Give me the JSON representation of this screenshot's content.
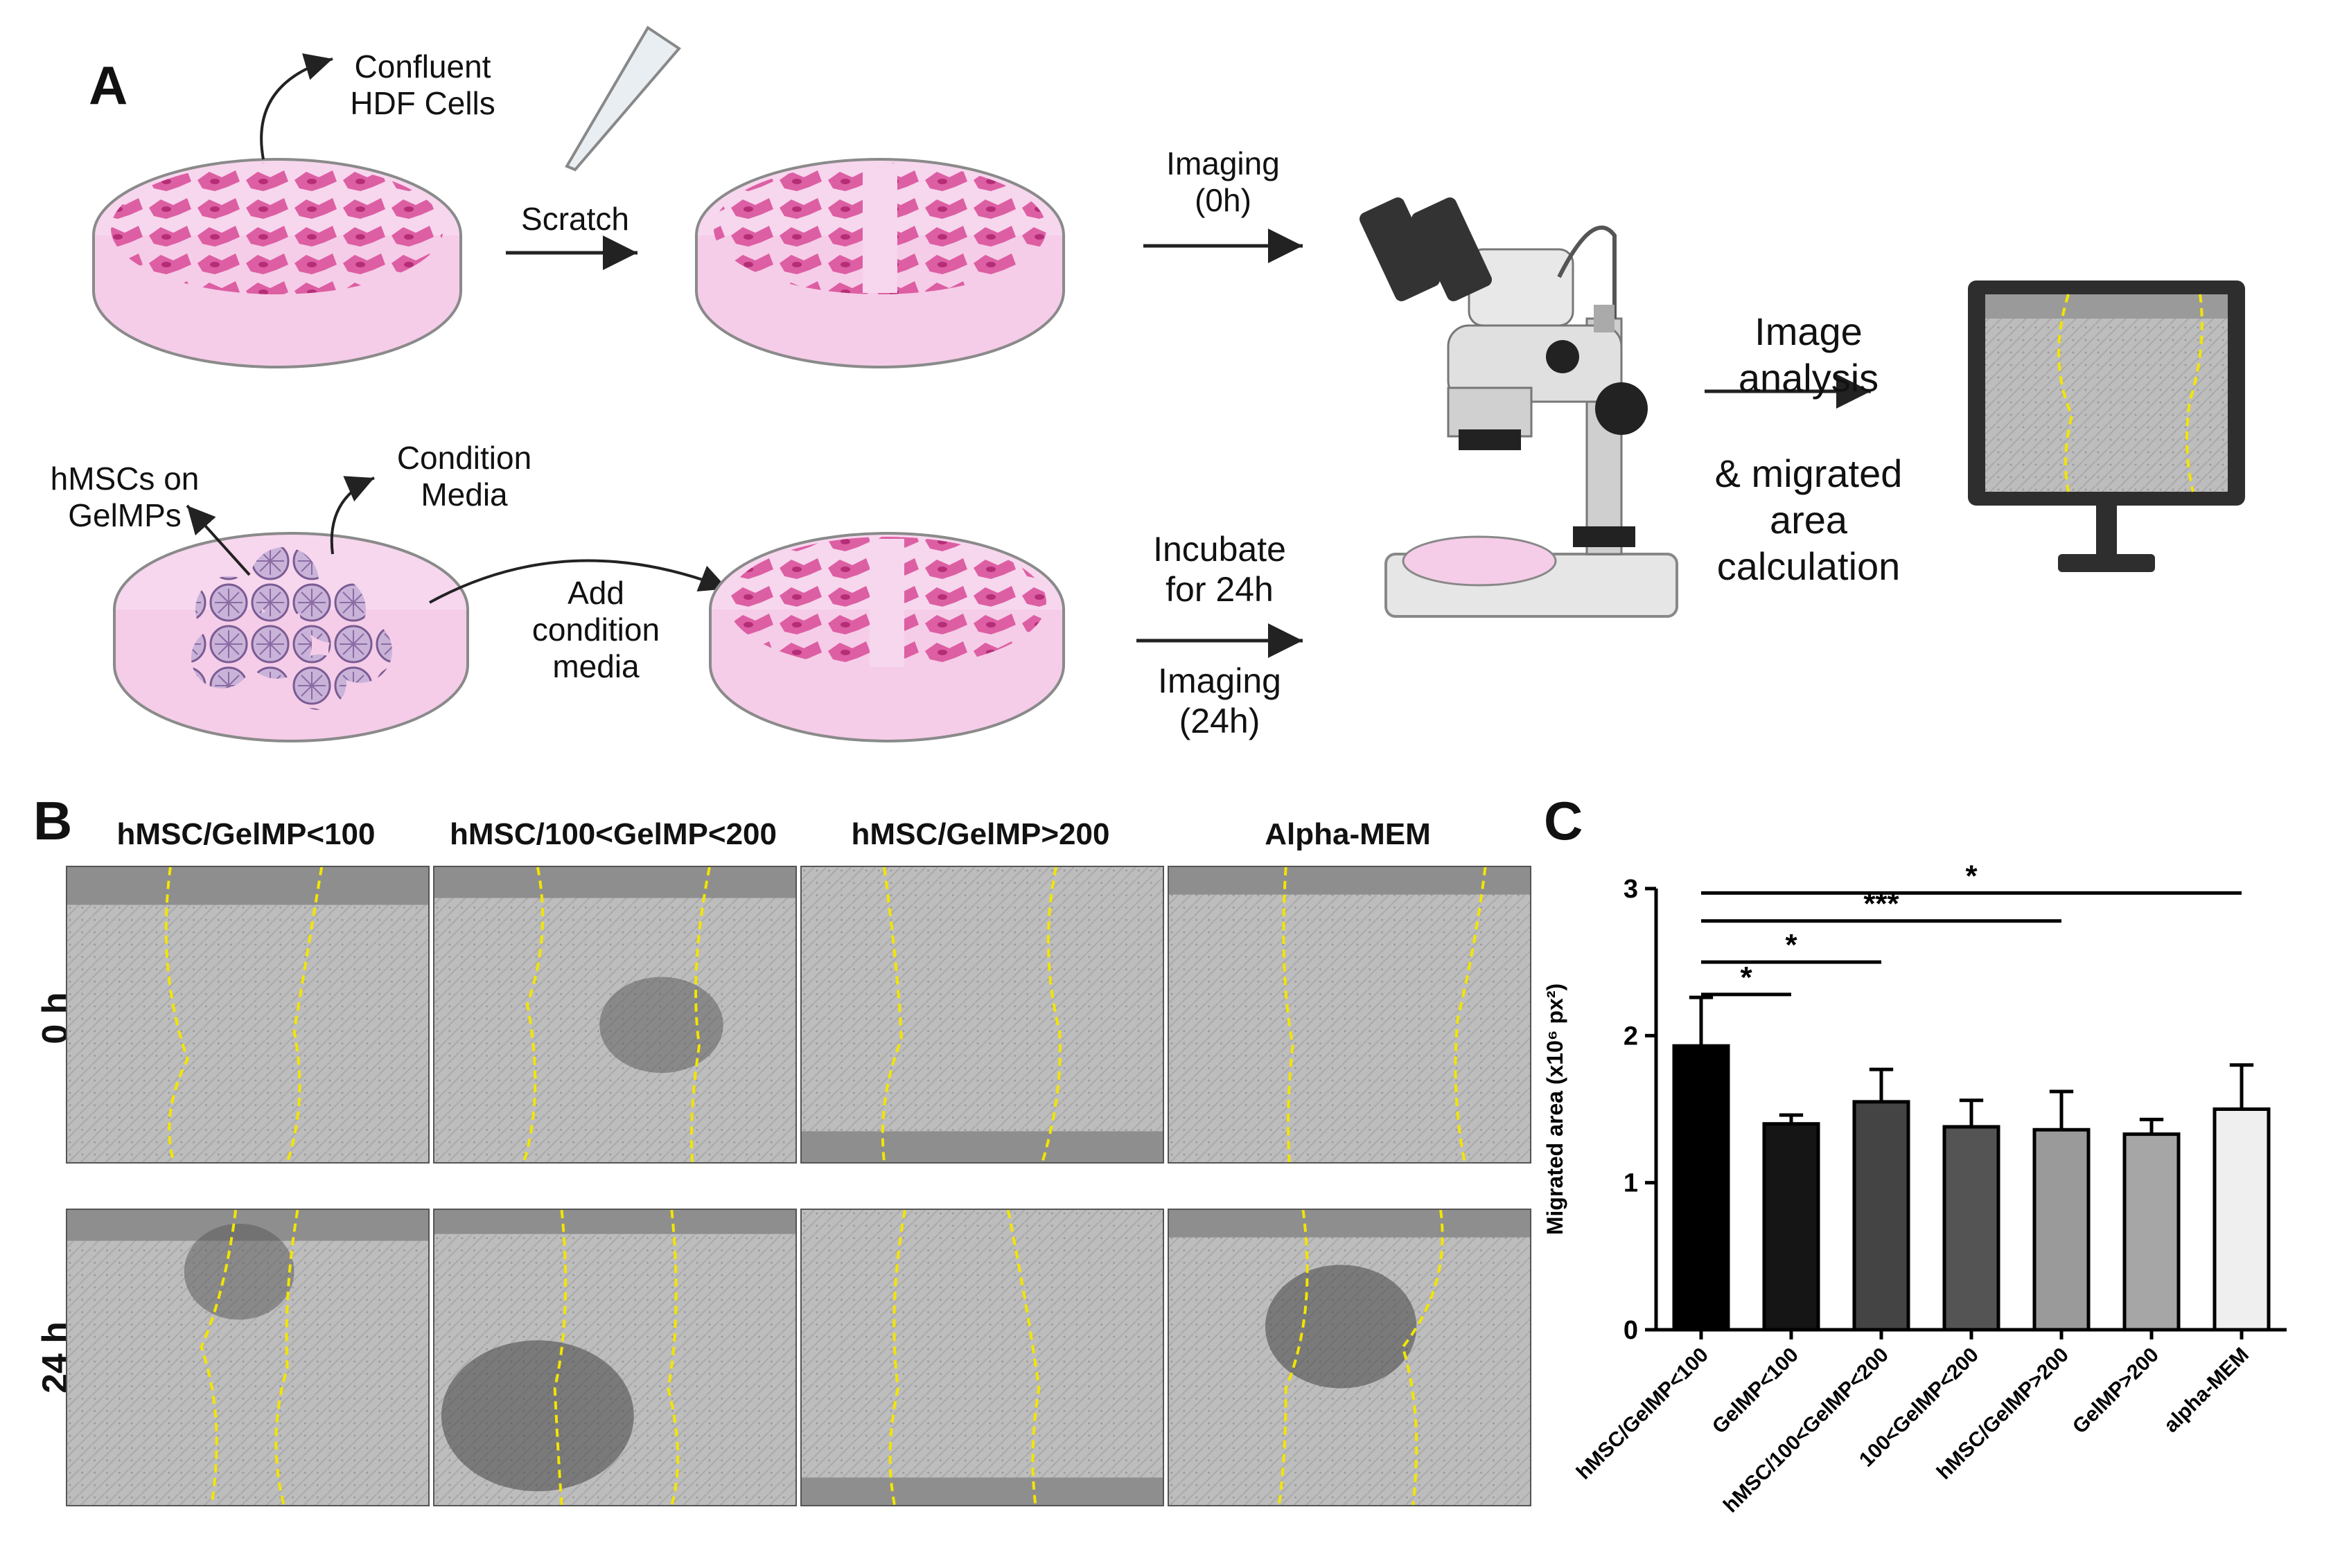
{
  "panel_a": {
    "letter": "A",
    "label_confluent": "Confluent\nHDF Cells",
    "label_scratch": "Scratch",
    "label_imaging0": "Imaging\n(0h)",
    "label_hmsc": "hMSCs on\nGelMPs",
    "label_condition": "Condition\nMedia",
    "label_add": "Add\ncondition\nmedia",
    "label_incubate": "Incubate\nfor 24h",
    "label_imaging24": "Imaging\n(24h)",
    "label_image_analysis": "Image\nanalysis",
    "label_migrated_calc": "& migrated\narea\ncalculation",
    "colors": {
      "dish_pink": "#f7d7ee",
      "cell_magenta": "#d94a96",
      "microscope_gray": "#d9d9d9",
      "monitor_dark": "#2e2e2e",
      "dash_yellow": "#f2e500"
    },
    "icons": [
      "petri-dish-icon",
      "pipette-tip-icon",
      "microscope-icon",
      "monitor-icon",
      "microparticle-cluster-icon"
    ]
  },
  "panel_b": {
    "letter": "B",
    "columns": [
      "hMSC/GelMP<100",
      "hMSC/100<GelMP<200",
      "hMSC/GelMP>200",
      "Alpha-MEM"
    ],
    "rows": [
      "0 h",
      "24 h"
    ]
  },
  "panel_c": {
    "letter": "C"
  },
  "chart_data": {
    "type": "bar",
    "ylabel": "Migrated area (x10⁶ px²)",
    "ylim": [
      0,
      3
    ],
    "yticks": [
      0,
      1,
      2,
      3
    ],
    "categories": [
      "hMSC/GelMP<100",
      "GelMP<100",
      "hMSC/100<GelMP<200",
      "100<GelMP<200",
      "hMSC/GelMP>200",
      "GelMP>200",
      "alpha-MEM"
    ],
    "values": [
      1.93,
      1.4,
      1.55,
      1.38,
      1.36,
      1.33,
      1.5
    ],
    "errors": [
      0.33,
      0.06,
      0.22,
      0.18,
      0.26,
      0.1,
      0.3
    ],
    "bar_colors": [
      "#000000",
      "#151515",
      "#444444",
      "#545454",
      "#9a9a9a",
      "#a6a6a6",
      "#efefef"
    ],
    "significance": [
      {
        "from": 0,
        "to": 1,
        "label": "*"
      },
      {
        "from": 0,
        "to": 2,
        "label": "*"
      },
      {
        "from": 0,
        "to": 4,
        "label": "***"
      },
      {
        "from": 0,
        "to": 6,
        "label": "*"
      }
    ]
  }
}
